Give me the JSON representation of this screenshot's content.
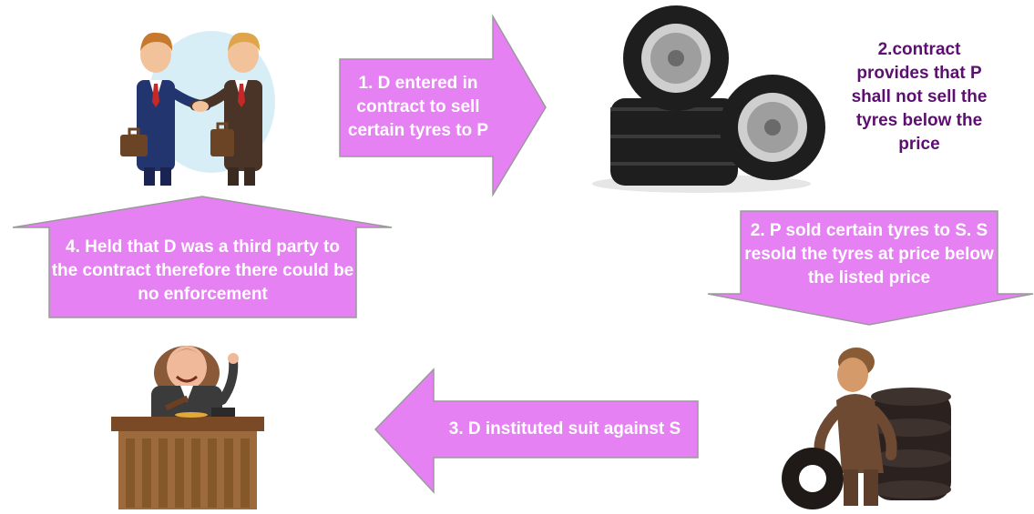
{
  "colors": {
    "arrow_fill": "#e581f2",
    "arrow_stroke": "#9a9a9a",
    "arrow_text": "#ffffff",
    "note_text": "#5b0f6e"
  },
  "steps": {
    "step1": "1. D entered in contract to sell certain tyres to P",
    "note": "2.contract provides that P shall not sell the tyres below the price",
    "step2": "2. P sold certain tyres to S. S resold the tyres at price below the listed price",
    "step3": "3. D instituted suit against S",
    "step4": "4. Held that D was a third party to the contract therefore there could be no enforcement"
  },
  "illustrations": {
    "handshake": "handshake-illustration",
    "tyres": "tyre-stack-illustration",
    "judge": "judge-illustration",
    "mechanic": "mechanic-with-tyres-illustration"
  }
}
